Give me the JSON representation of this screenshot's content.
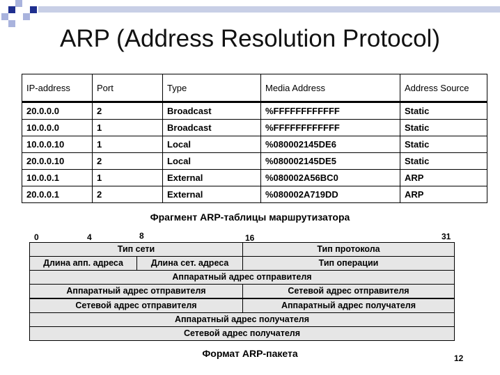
{
  "title": "ARP (Address Resolution Protocol)",
  "colors": {
    "accent_dark": "#1f2f8f",
    "accent_light": "#a9b3dd",
    "rule": "#c8cfe6",
    "packet_bg": "#e6e6e6"
  },
  "arp_table": {
    "headers": [
      "IP-address",
      "Port",
      "Type",
      "Media Address",
      "Address Source"
    ],
    "rows": [
      [
        "20.0.0.0",
        "2",
        "Broadcast",
        "%FFFFFFFFFFFF",
        "Static"
      ],
      [
        "10.0.0.0",
        "1",
        "Broadcast",
        "%FFFFFFFFFFFF",
        "Static"
      ],
      [
        "10.0.0.10",
        "1",
        "Local",
        "%080002145DE6",
        "Static"
      ],
      [
        "20.0.0.10",
        "2",
        "Local",
        "%080002145DE5",
        "Static"
      ],
      [
        "10.0.0.1",
        "1",
        "External",
        "%080002A56BC0",
        "ARP"
      ],
      [
        "20.0.0.1",
        "2",
        "External",
        "%080002A719DD",
        "ARP"
      ]
    ]
  },
  "table_caption": "Фрагмент ARP-таблицы маршрутизатора",
  "bit_numbers": {
    "b0": "0",
    "b4": "4",
    "b8": "8",
    "b16": "16",
    "b31": "31"
  },
  "packet": {
    "network_type": "Тип сети",
    "protocol_type": "Тип протокола",
    "hw_addr_len": "Длина апп. адреса",
    "net_addr_len": "Длина сет. адреса",
    "operation_type": "Тип операции",
    "sender_hw_addr_full": "Аппаратный адрес отправителя",
    "sender_hw_addr": "Аппаратный адрес отправителя",
    "sender_net_addr": "Сетевой адрес отправителя",
    "sender_net_addr_2": "Сетевой адрес отправителя",
    "target_hw_addr": "Аппаратный адрес получателя",
    "target_hw_addr_full": "Аппаратный адрес получателя",
    "target_net_addr_full": "Сетевой адрес получателя"
  },
  "packet_caption": "Формат ARP-пакета",
  "page_number": "12"
}
